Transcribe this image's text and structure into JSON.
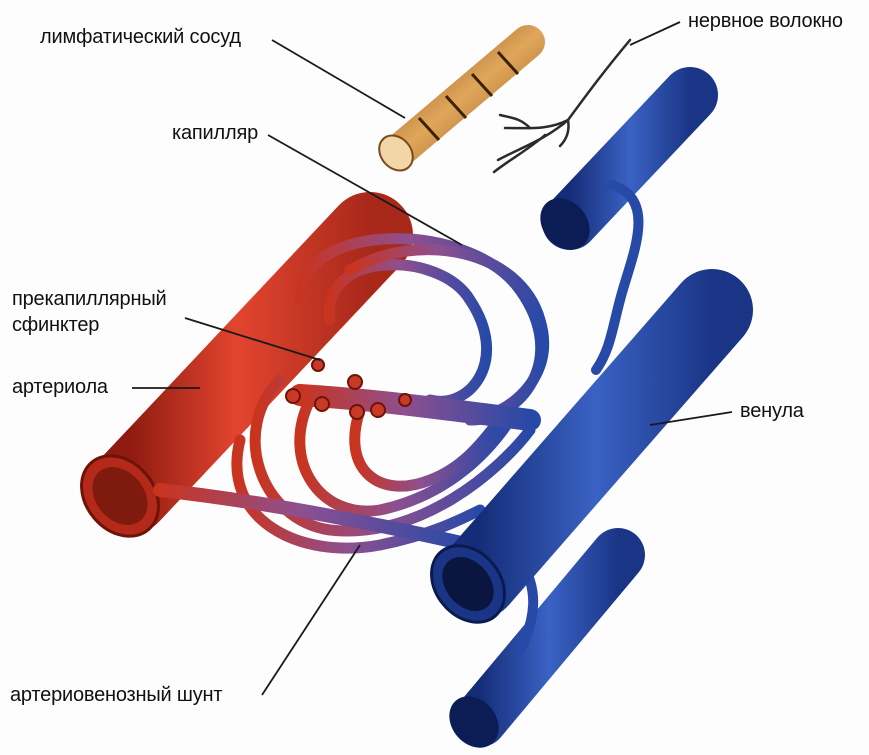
{
  "labels": {
    "lymphatic_vessel": "лимфатический сосуд",
    "nerve_fiber": "нервное волокно",
    "capillary": "капилляр",
    "precapillary_sphincter_line1": "прекапиллярный",
    "precapillary_sphincter_line2": "сфинктер",
    "arteriole": "артериола",
    "venule": "венула",
    "av_shunt": "артериовенозный шунт"
  },
  "colors": {
    "arterial": "#d93a26",
    "venous": "#2749a8",
    "lymphatic": "#c98a3c",
    "nerve": "#2b2b2b"
  }
}
